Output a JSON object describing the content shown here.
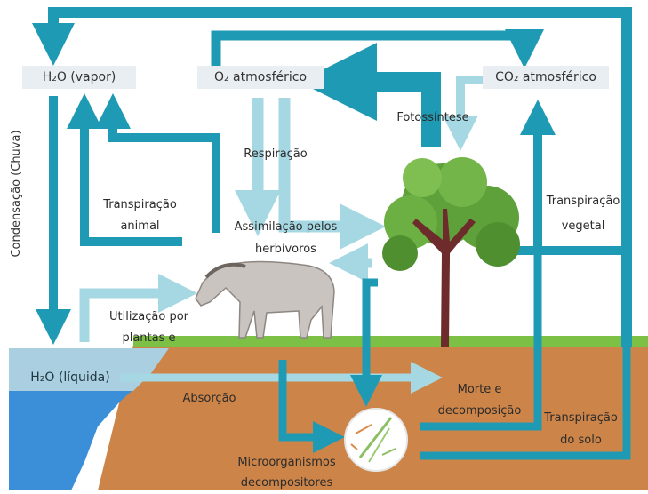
{
  "nodes": {
    "h2o_vapor": "H₂O (vapor)",
    "o2_atm": "O₂ atmosférico",
    "co2_atm": "CO₂ atmosférico",
    "h2o_liquida": "H₂O (líquida)"
  },
  "labels": {
    "condensacao": "Condensação (Chuva)",
    "fotossintese": "Fotossíntese",
    "respiracao": "Respiração",
    "transpiracao_animal_1": "Transpiração",
    "transpiracao_animal_2": "animal",
    "assimilacao_1": "Assimilação pelos",
    "assimilacao_2": "herbívoros",
    "transpiracao_vegetal_1": "Transpiração",
    "transpiracao_vegetal_2": "vegetal",
    "utilizacao_1": "Utilização por",
    "utilizacao_2": "plantas e",
    "absorcao": "Absorção",
    "morte_1": "Morte e",
    "morte_2": "decomposição",
    "transpiracao_solo_1": "Transpiração",
    "transpiracao_solo_2": "do solo",
    "micro_1": "Microorganismos",
    "micro_2": "decompositores"
  },
  "colors": {
    "flow_dark": "#1f9ab4",
    "flow_light": "#a6d8e3",
    "soil": "#cc8448",
    "water": "#3a8fd8",
    "grass": "#7cc046",
    "trunk": "#6e2b2b",
    "foliage": "#5ea03a",
    "horse": "#c9c4c0",
    "node_bg": "#e9eef2"
  }
}
